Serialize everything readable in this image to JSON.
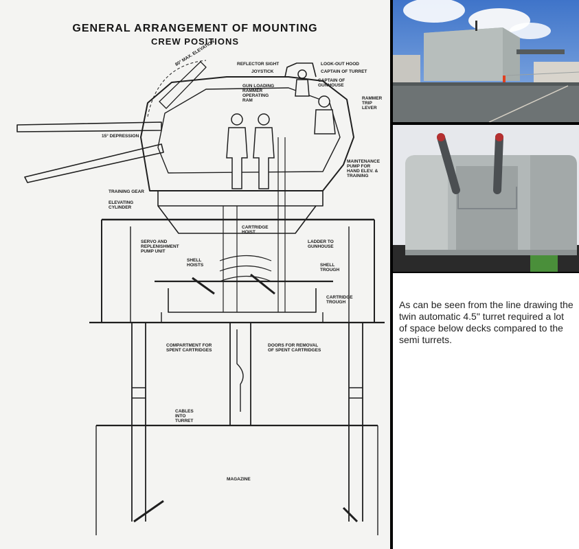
{
  "drawing": {
    "title_line1": "GENERAL ARRANGEMENT OF MOUNTING",
    "title_line2": "CREW POSITIONS",
    "labels": {
      "max_elevation": "80° MAX. ELEVATION",
      "reflector_sight": "REFLECTOR SIGHT",
      "joystick": "JOYSTICK",
      "lookout_hood": "LOOK-OUT HOOD",
      "captain_of_turret": "CAPTAIN OF TURRET",
      "gun_loading_rammer": "GUN LOADING RAMMER OPERATING RAM",
      "captain_of_gunhouse": "CAPTAIN OF GUNHOUSE",
      "rammer_trip_lever": "RAMMER TRIP LEVER",
      "depression": "15° DEPRESSION",
      "maintenance_pump": "MAINTENANCE PUMP FOR HAND ELEV. & TRAINING",
      "training_gear": "TRAINING GEAR",
      "elevating_cylinder": "ELEVATING CYLINDER",
      "cartridge_hoist": "CARTRIDGE HOIST",
      "servo_pump": "SERVO AND REPLENISHMENT PUMP UNIT",
      "ladder": "LADDER TO GUNHOUSE",
      "shell_hoists": "SHELL HOISTS",
      "shell_trough": "SHELL TROUGH",
      "cartridge_trough": "CARTRIDGE TROUGH",
      "compartment_spent": "COMPARTMENT FOR SPENT CARTRIDGES",
      "doors_removal": "DOORS FOR REMOVAL OF SPENT CARTRIDGES",
      "cables_turret": "CABLES INTO TURRET",
      "magazine": "MAGAZINE"
    }
  },
  "caption": "As can be seen from the line drawing the twin automatic 4.5\" turret required a lot of space below decks compared to the semi turrets.",
  "colors": {
    "background": "#000000",
    "paper": "#f4f4f2",
    "ink": "#1a1a1a",
    "sky": "#4a7fd0",
    "turret_grey": "#aeb4b2",
    "hull_grey": "#6d7374"
  }
}
